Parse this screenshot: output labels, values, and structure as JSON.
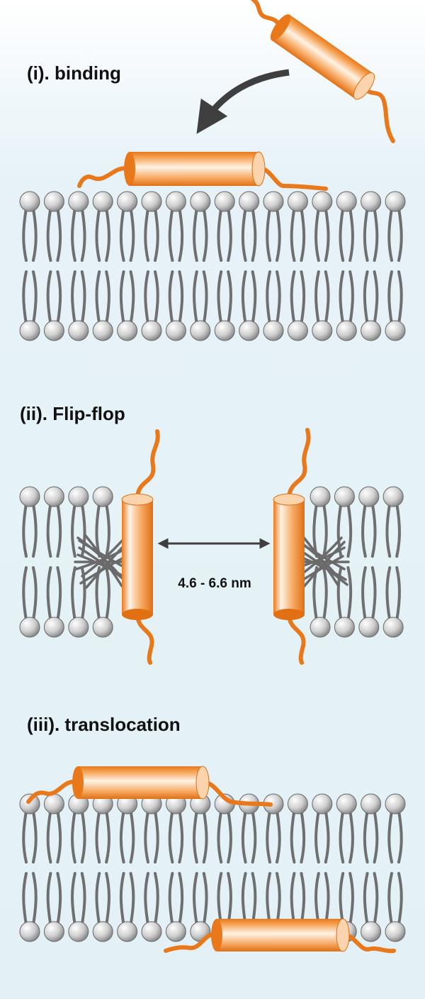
{
  "panels": [
    {
      "id": "binding",
      "label": "(i). binding"
    },
    {
      "id": "flip-flop",
      "label": "(ii). Flip-flop"
    },
    {
      "id": "translocation",
      "label": "(iii). translocation"
    }
  ],
  "distance_label": "4.6 - 6.6 nm",
  "colors": {
    "helix": "#f08a22",
    "tail": "#e8781a",
    "lipid_tail": "#6f6f6f",
    "arrow": "#3f3f3f",
    "head_light": "#ffffff",
    "head_dark": "#8a8a8a"
  }
}
